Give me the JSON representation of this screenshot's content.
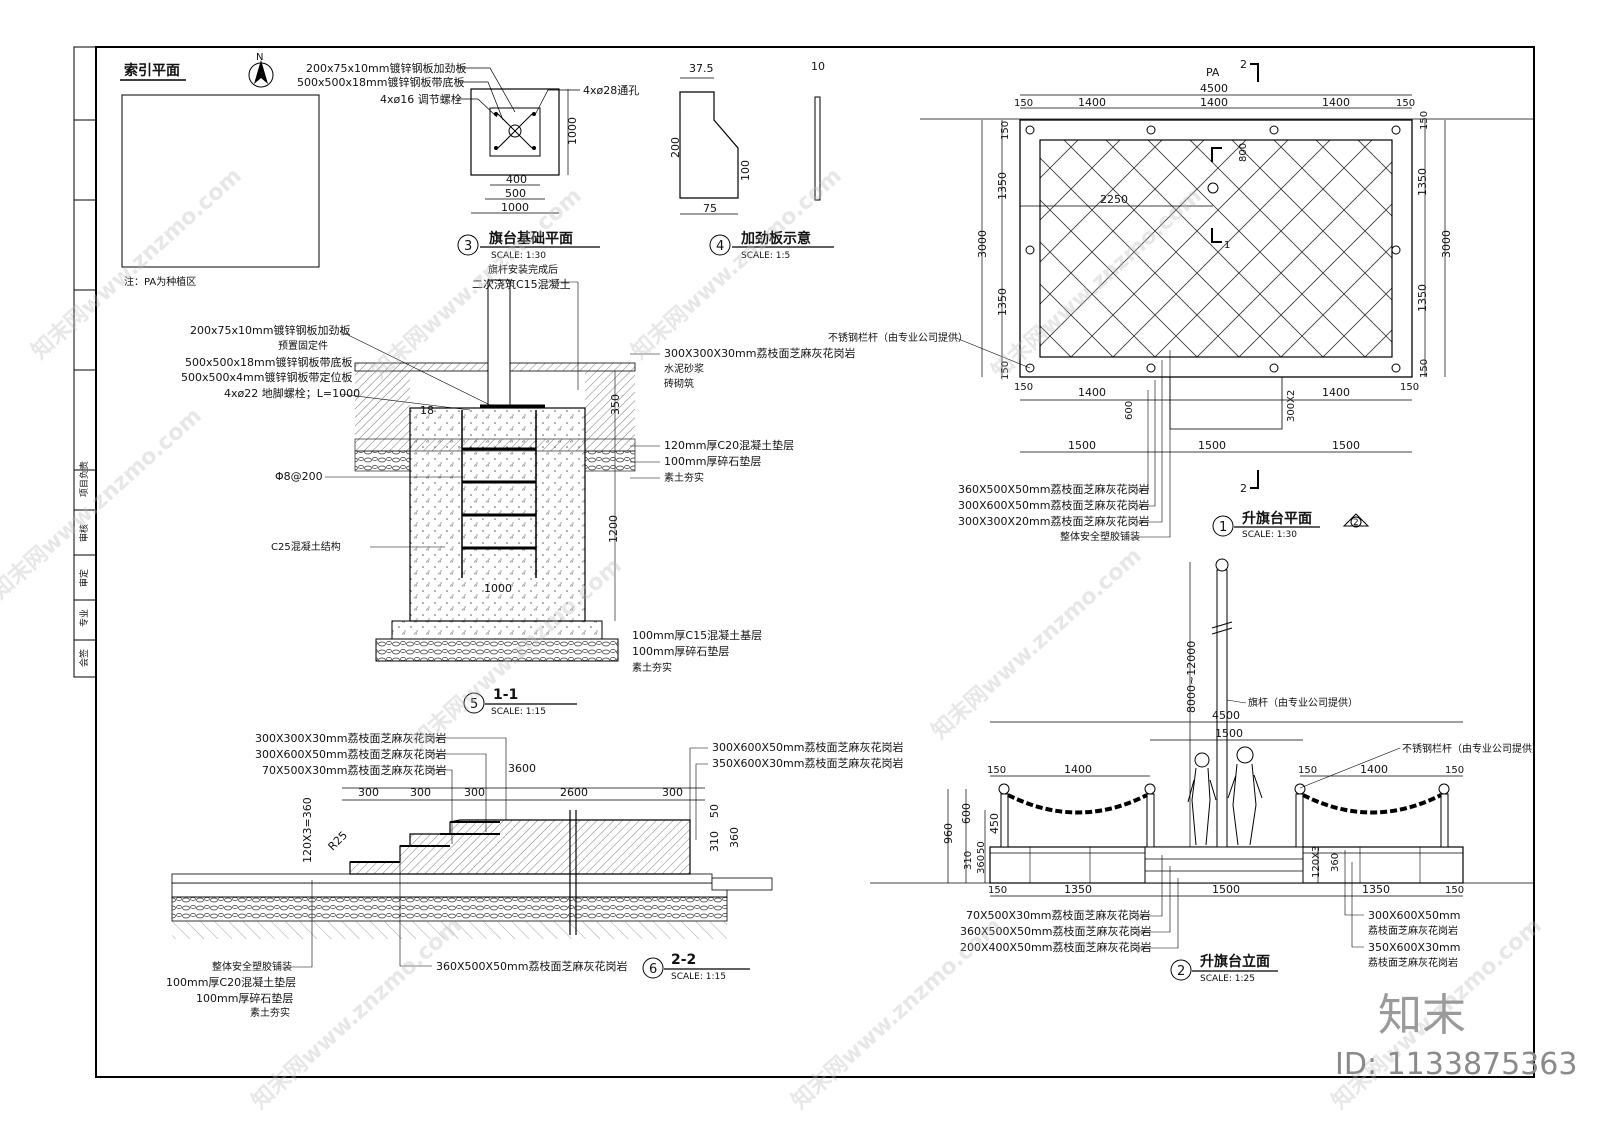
{
  "north": "N",
  "index_plan": {
    "title": "索引平面",
    "note": "注：PA为种植区"
  },
  "base_plan": {
    "labels": [
      "200x75x10mm镀锌钢板加劲板",
      "500x500x18mm镀锌钢板带底板",
      "4xø16 调节螺栓"
    ],
    "hole": "4xø28通孔",
    "dims": [
      "400",
      "500",
      "1000",
      "1000"
    ],
    "num": "3",
    "title": "旗台基础平面",
    "scale": "SCALE:  1:30"
  },
  "stiffener": {
    "dims": [
      "37.5",
      "200",
      "100",
      "75",
      "10"
    ],
    "num": "4",
    "title": "加劲板示意",
    "scale": "SCALE:  1:5"
  },
  "section_11": {
    "top_note": [
      "旗杆安装完成后",
      "二次浇筑C15混凝土"
    ],
    "left": [
      "200x75x10mm镀锌钢板加劲板",
      "预置固定件",
      "500x500x18mm镀锌钢板带底板",
      "500x500x4mm镀锌钢板带定位板",
      "4xø22 地脚螺栓；L=1000"
    ],
    "rebar": "Φ8@200",
    "concrete": "C25混凝土结构",
    "right": [
      "300X300X30mm荔枝面芝麻灰花岗岩",
      "水泥砂浆",
      "砖砌筑",
      "120mm厚C20混凝土垫层",
      "100mm厚碎石垫层",
      "素土夯实"
    ],
    "bottom": [
      "100mm厚C15混凝土基层",
      "100mm厚碎石垫层",
      "素土夯实"
    ],
    "dims": [
      "18",
      "350",
      "1200",
      "1000"
    ],
    "num": "5",
    "title": "1-1",
    "scale": "SCALE:  1:15"
  },
  "section_22": {
    "left": [
      "300X300X30mm荔枝面芝麻灰花岗岩",
      "300X600X50mm荔枝面芝麻灰花岗岩",
      "70X500X30mm荔枝面芝麻灰花岗岩"
    ],
    "right": [
      "300X600X50mm荔枝面芝麻灰花岗岩",
      "350X600X30mm荔枝面芝麻灰花岗岩"
    ],
    "bottom_left": [
      "整体安全塑胶铺装",
      "100mm厚C20混凝土垫层",
      "100mm厚碎石垫层",
      "素土夯实"
    ],
    "bottom_mid": "360X500X50mm荔枝面芝麻灰花岗岩",
    "dims_top": [
      "3600",
      "300",
      "300",
      "300",
      "2600",
      "300"
    ],
    "dims_left": [
      "120X3=360",
      "R25"
    ],
    "dims_right": [
      "50",
      "310",
      "360"
    ],
    "num": "6",
    "title": "2-2",
    "scale": "SCALE:  1:15"
  },
  "plan_1": {
    "pa": "PA",
    "cut": [
      "2",
      "2",
      "1",
      "1"
    ],
    "dims_top": [
      "4500",
      "150",
      "1400",
      "1400",
      "1400",
      "150"
    ],
    "dims_side": [
      "3000",
      "150",
      "1350",
      "1350",
      "150"
    ],
    "dims_mid": [
      "2250",
      "800"
    ],
    "dims_bottom": [
      "150",
      "1400",
      "1400",
      "150",
      "600",
      "300X2",
      "1500",
      "1500",
      "1500"
    ],
    "rail": "不锈钢栏杆（由专业公司提供）",
    "materials": [
      "360X500X50mm荔枝面芝麻灰花岗岩",
      "300X600X50mm荔枝面芝麻灰花岗岩",
      "300X300X20mm荔枝面芝麻灰花岗岩",
      "整体安全塑胶铺装"
    ],
    "num": "1",
    "title": "升旗台平面",
    "scale": "SCALE:  1:30"
  },
  "elev_2": {
    "pole_h": "8000~12000",
    "pole": "旗杆（由专业公司提供）",
    "rail": "不锈钢栏杆（由专业公司提供）",
    "dims_top": [
      "4500",
      "1500",
      "150",
      "1400",
      "150",
      "1400",
      "150"
    ],
    "dims_left": [
      "960",
      "600",
      "450",
      "310",
      "50",
      "360"
    ],
    "dims_right": [
      "120X3",
      "360"
    ],
    "dims_bottom": [
      "150",
      "1350",
      "1500",
      "1350",
      "150"
    ],
    "left_materials": [
      "70X500X30mm荔枝面芝麻灰花岗岩",
      "360X500X50mm荔枝面芝麻灰花岗岩",
      "200X400X50mm荔枝面芝麻灰花岗岩"
    ],
    "right_materials": [
      "300X600X50mm",
      "荔枝面芝麻灰花岗岩",
      "350X600X30mm",
      "荔枝面芝麻灰花岗岩"
    ],
    "num": "2",
    "title": "升旗台立面",
    "scale": "SCALE:  1:25"
  },
  "title_block": [
    "会签",
    "专业",
    "审定",
    "审核",
    "项目负责"
  ],
  "watermark": "知末网www.znzmo.com",
  "brand": "知末",
  "id": "ID: 1133875363"
}
